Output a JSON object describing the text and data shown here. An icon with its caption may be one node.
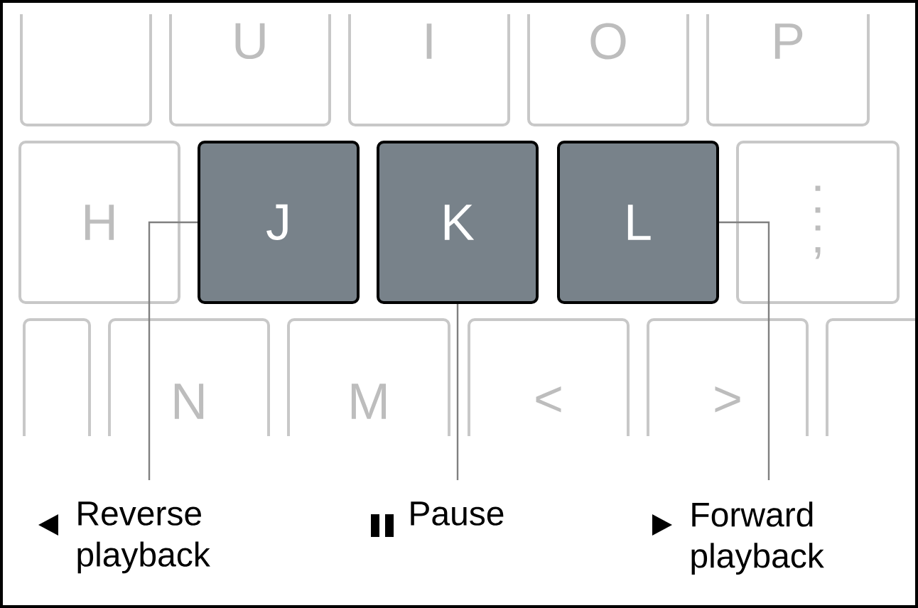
{
  "diagram": {
    "nodes": [
      {
        "text": [],
        "shape": "box"
      },
      {
        "text": [
          "U"
        ]
      },
      {
        "text": [
          "I"
        ]
      },
      {
        "text": [
          "O"
        ]
      },
      {
        "text": [
          "P"
        ]
      },
      {
        "text": [
          "H"
        ]
      },
      {
        "text": [
          "J"
        ]
      },
      {
        "text": [
          "K"
        ]
      },
      {
        "text": [
          "L"
        ]
      },
      {
        "text": [
          ":",
          ";"
        ]
      },
      {
        "text": [],
        "shape": "box"
      },
      {
        "text": [
          "N"
        ]
      },
      {
        "text": [
          "M"
        ]
      },
      {
        "text": [
          "<"
        ]
      },
      {
        "text": [
          ">"
        ]
      },
      {
        "text": [],
        "shape": "box"
      },
      {
        "text": [
          "Reverse playback"
        ]
      },
      {
        "text": [
          "Pause"
        ]
      },
      {
        "text": [
          "Forward playback"
        ]
      }
    ],
    "edges": [
      {
        "from": 16,
        "to": 6,
        "arrow": "none"
      },
      {
        "from": 17,
        "to": 7,
        "arrow": "none"
      },
      {
        "from": 18,
        "to": 8,
        "arrow": "none"
      }
    ]
  }
}
